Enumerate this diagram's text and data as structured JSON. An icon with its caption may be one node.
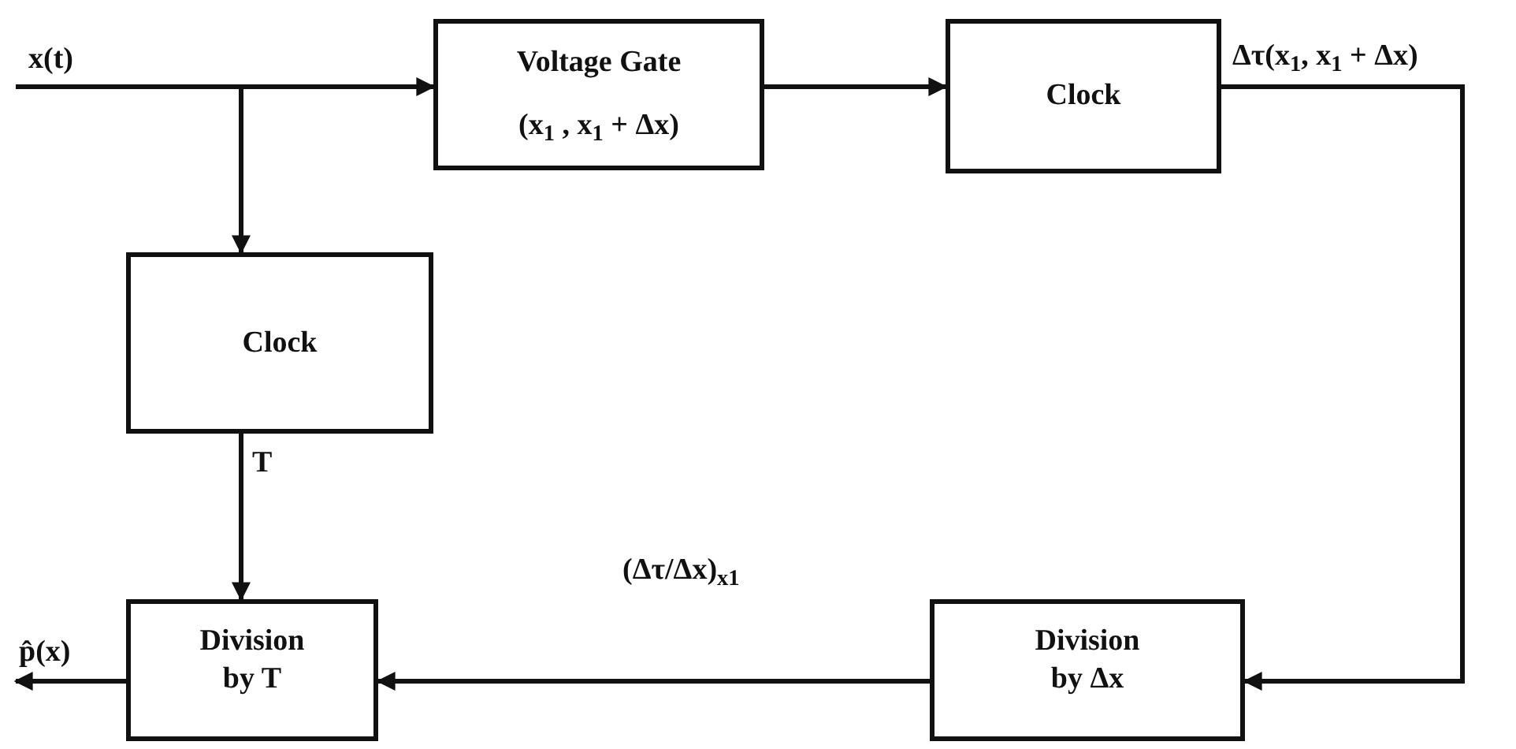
{
  "diagram": {
    "nodes": [
      {
        "text": [
          "Voltage Gate",
          "(x$_{1}$ , x$_{1}$ + Δx)"
        ]
      },
      {
        "text": [
          "Clock"
        ]
      },
      {
        "text": [
          "Clock"
        ]
      },
      {
        "text": [
          "Division by T"
        ]
      },
      {
        "text": [
          "Division by Δx"
        ]
      }
    ],
    "edges": [
      {
        "from": null,
        "to": 0,
        "arrow": "to",
        "label": "x(t)"
      },
      {
        "from": null,
        "to": 2,
        "arrow": "to"
      },
      {
        "from": 0,
        "to": 1,
        "arrow": "to"
      },
      {
        "from": 1,
        "to": 4,
        "arrow": "to",
        "label": "Δτ(x$_{1}$, x$_{1}$ + Δx)"
      },
      {
        "from": 2,
        "to": 3,
        "arrow": "to",
        "label": "T"
      },
      {
        "from": 4,
        "to": 3,
        "arrow": "to",
        "label": "(Δτ/Δx)$_{x1}$"
      },
      {
        "from": 3,
        "to": null,
        "arrow": "to",
        "label": "p̂(x)"
      }
    ]
  }
}
